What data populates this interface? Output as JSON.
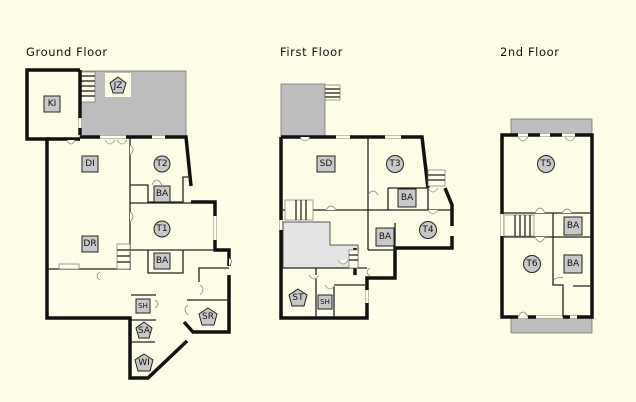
{
  "floors": [
    {
      "title": "Ground Floor",
      "rooms": [
        {
          "code": "KI",
          "shape": "square"
        },
        {
          "code": "JZ",
          "shape": "pentagon"
        },
        {
          "code": "DI",
          "shape": "square"
        },
        {
          "code": "T2",
          "shape": "circle"
        },
        {
          "code": "BA",
          "shape": "square"
        },
        {
          "code": "T1",
          "shape": "circle"
        },
        {
          "code": "DR",
          "shape": "square"
        },
        {
          "code": "BA",
          "shape": "square"
        },
        {
          "code": "SH",
          "shape": "square"
        },
        {
          "code": "SA",
          "shape": "pentagon"
        },
        {
          "code": "SR",
          "shape": "pentagon"
        },
        {
          "code": "WI",
          "shape": "pentagon"
        }
      ]
    },
    {
      "title": "First Floor",
      "rooms": [
        {
          "code": "SD",
          "shape": "square"
        },
        {
          "code": "T3",
          "shape": "circle"
        },
        {
          "code": "BA",
          "shape": "square"
        },
        {
          "code": "BA",
          "shape": "square"
        },
        {
          "code": "T4",
          "shape": "circle"
        },
        {
          "code": "ST",
          "shape": "pentagon"
        },
        {
          "code": "SH",
          "shape": "square"
        }
      ]
    },
    {
      "title": "2nd Floor",
      "rooms": [
        {
          "code": "T5",
          "shape": "circle"
        },
        {
          "code": "BA",
          "shape": "square"
        },
        {
          "code": "T6",
          "shape": "circle"
        },
        {
          "code": "BA",
          "shape": "square"
        }
      ]
    }
  ],
  "colors": {
    "background": "#fefee8",
    "wall": "#111111",
    "terrace": "#bdbdbd",
    "label_fill": "#c8c8c8"
  }
}
